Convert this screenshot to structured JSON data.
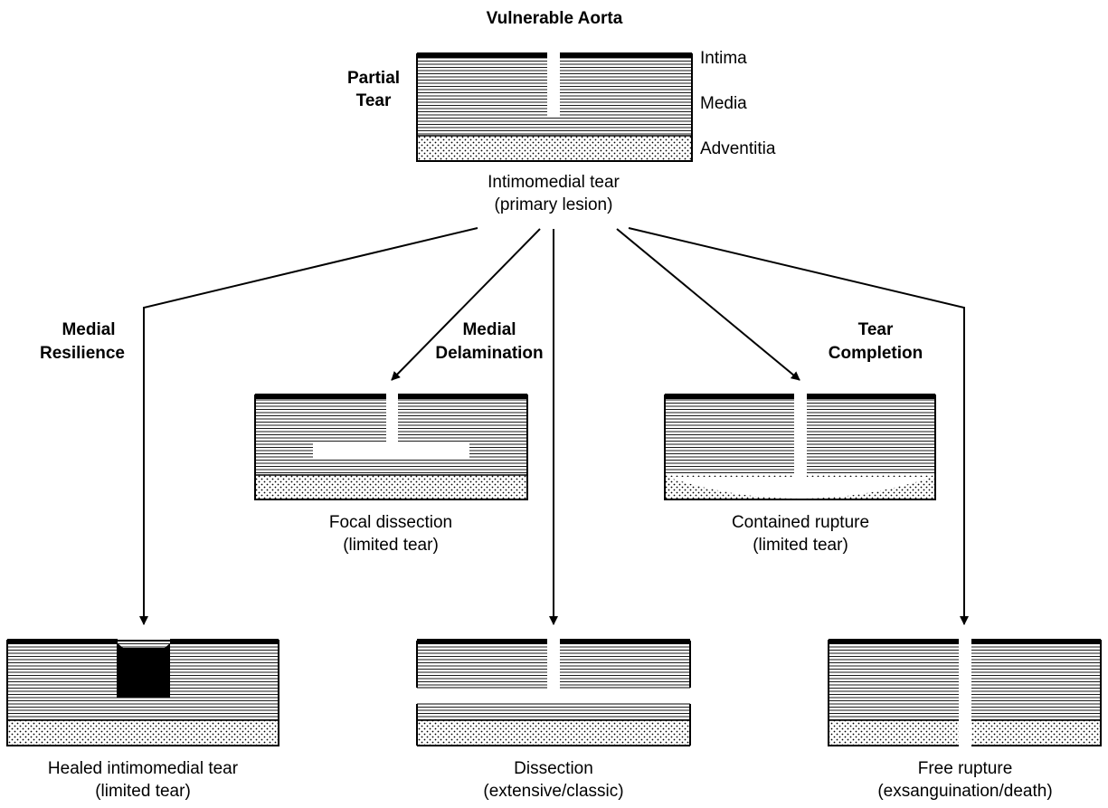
{
  "title": "Vulnerable Aorta",
  "top": {
    "side_label": [
      "Partial",
      "Tear"
    ],
    "layers": {
      "intima": "Intima",
      "media": "Media",
      "adventitia": "Adventitia"
    },
    "caption": [
      "Intimomedial tear",
      "(primary lesion)"
    ]
  },
  "pathways": {
    "medial_resilience": [
      "Medial",
      "Resilience"
    ],
    "medial_delamination": [
      "Medial",
      "Delamination"
    ],
    "tear_completion": [
      "Tear",
      "Completion"
    ]
  },
  "outcomes": {
    "focal_dissection": [
      "Focal dissection",
      "(limited tear)"
    ],
    "contained_rupture": [
      "Contained rupture",
      "(limited tear)"
    ],
    "healed_tear": [
      "Healed intimomedial tear",
      "(limited tear)"
    ],
    "dissection": [
      "Dissection",
      "(extensive/classic)"
    ],
    "free_rupture": [
      "Free rupture",
      "(exsanguination/death)"
    ]
  },
  "colors": {
    "ink": "#000000",
    "paper": "#ffffff",
    "media_line": "#000000",
    "adventitia_dot": "#000000"
  }
}
